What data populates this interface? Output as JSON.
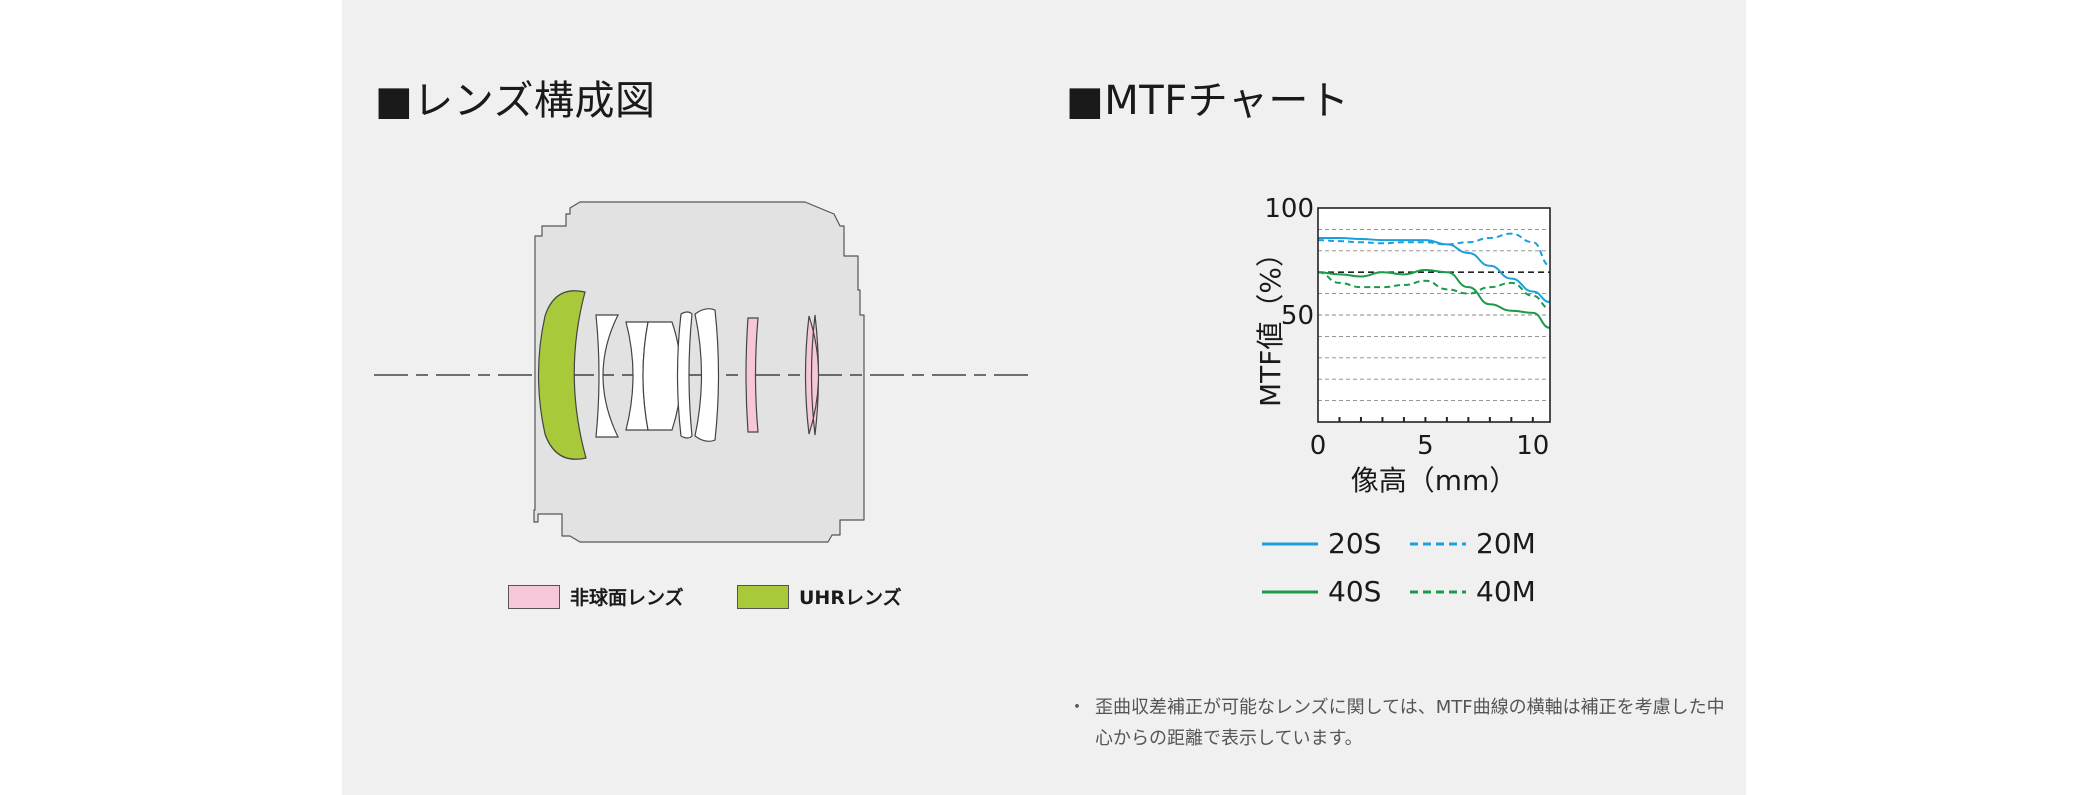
{
  "lens_section": {
    "title": "■レンズ構成図",
    "legend": [
      {
        "label": "非球面レンズ",
        "color": "#f6c7d8"
      },
      {
        "label": "UHRレンズ",
        "color": "#a8c93a"
      }
    ]
  },
  "mtf_section": {
    "title": "■MTFチャート",
    "note_bullet": "・",
    "note": "歪曲収差補正が可能なレンズに関しては、MTF曲線の横軸は補正を考慮した中心からの距離で表示しています。",
    "legend": [
      {
        "label": "20S",
        "color": "#1aa0dc",
        "style": "solid"
      },
      {
        "label": "20M",
        "color": "#1aa0dc",
        "style": "dashed"
      },
      {
        "label": "40S",
        "color": "#1a9a4a",
        "style": "solid"
      },
      {
        "label": "40M",
        "color": "#1a9a4a",
        "style": "dashed"
      }
    ]
  },
  "chart_data": {
    "type": "line",
    "title": "",
    "xlabel": "像高（mm）",
    "ylabel": "MTF値（%）",
    "xlim": [
      0,
      10.8
    ],
    "ylim": [
      0,
      100
    ],
    "x_ticks": [
      "0",
      "5",
      "10"
    ],
    "y_ticks": [
      "50",
      "100"
    ],
    "series": [
      {
        "name": "20S",
        "color": "#1aa0dc",
        "style": "solid",
        "x": [
          0,
          1,
          2,
          3,
          4,
          5,
          6,
          7,
          8,
          9,
          10,
          10.8
        ],
        "y": [
          86,
          86,
          85.5,
          85,
          85,
          85,
          83,
          79,
          73,
          67,
          61,
          56
        ]
      },
      {
        "name": "20M",
        "color": "#1aa0dc",
        "style": "dashed",
        "x": [
          0,
          1,
          2,
          3,
          4,
          5,
          6,
          7,
          8,
          9,
          10,
          10.8
        ],
        "y": [
          85,
          84.5,
          84,
          83.5,
          84,
          84,
          83,
          84,
          86,
          88,
          84,
          73
        ]
      },
      {
        "name": "40S",
        "color": "#1a9a4a",
        "style": "solid",
        "x": [
          0,
          1,
          2,
          3,
          4,
          5,
          6,
          7,
          8,
          9,
          10,
          10.8
        ],
        "y": [
          70,
          69,
          68,
          70,
          69,
          71,
          70,
          63,
          55,
          52,
          51,
          44
        ]
      },
      {
        "name": "40M",
        "color": "#1a9a4a",
        "style": "dashed",
        "x": [
          0,
          1,
          2,
          3,
          4,
          5,
          6,
          7,
          8,
          9,
          10,
          10.8
        ],
        "y": [
          70,
          65,
          63,
          63,
          64,
          66,
          62,
          60,
          63,
          65,
          59,
          53
        ]
      }
    ]
  }
}
